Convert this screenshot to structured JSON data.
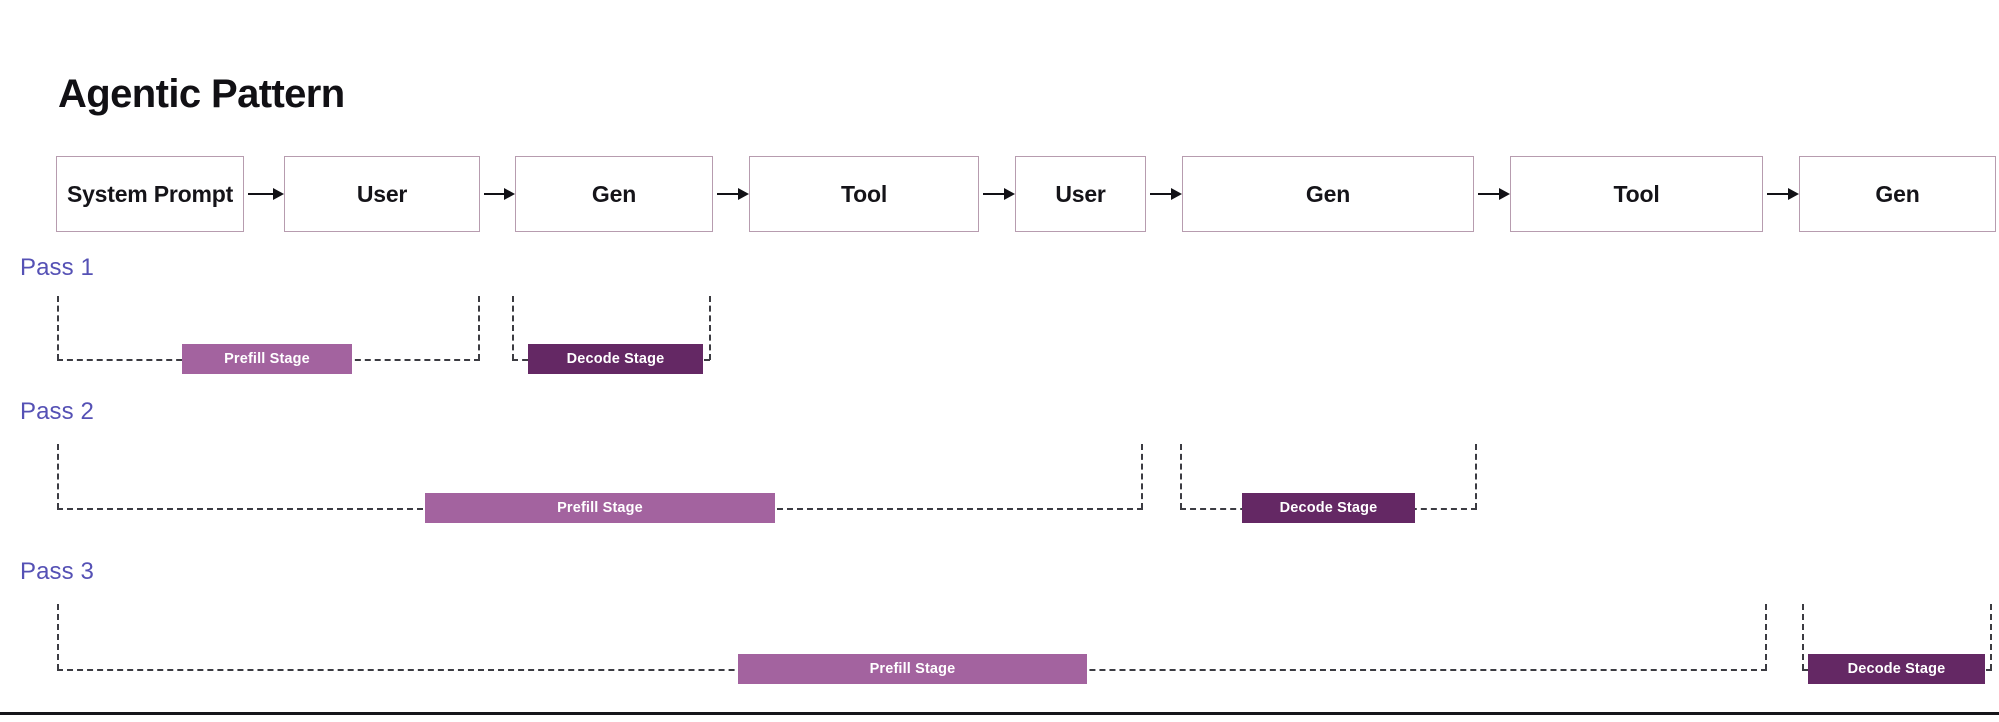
{
  "page": {
    "title": "Agentic Pattern",
    "background": "#ffffff",
    "accent_pass_label": "#5551b5",
    "box_border": "#b79caf",
    "prefill_color": "#a3639f",
    "decode_color": "#642864",
    "dash_color": "#3c3c42"
  },
  "flow": {
    "boxes": [
      {
        "label": "System Prompt"
      },
      {
        "label": "User"
      },
      {
        "label": "Gen"
      },
      {
        "label": "Tool"
      },
      {
        "label": "User"
      },
      {
        "label": "Gen"
      },
      {
        "label": "Tool"
      },
      {
        "label": "Gen"
      }
    ],
    "arrow_count": 7
  },
  "passes": [
    {
      "label": "Pass 1",
      "stages": [
        {
          "kind": "prefill",
          "label": "Prefill Stage"
        },
        {
          "kind": "decode",
          "label": "Decode Stage"
        }
      ]
    },
    {
      "label": "Pass 2",
      "stages": [
        {
          "kind": "prefill",
          "label": "Prefill Stage"
        },
        {
          "kind": "decode",
          "label": "Decode Stage"
        }
      ]
    },
    {
      "label": "Pass 3",
      "stages": [
        {
          "kind": "prefill",
          "label": "Prefill Stage"
        },
        {
          "kind": "decode",
          "label": "Decode Stage"
        }
      ]
    }
  ]
}
